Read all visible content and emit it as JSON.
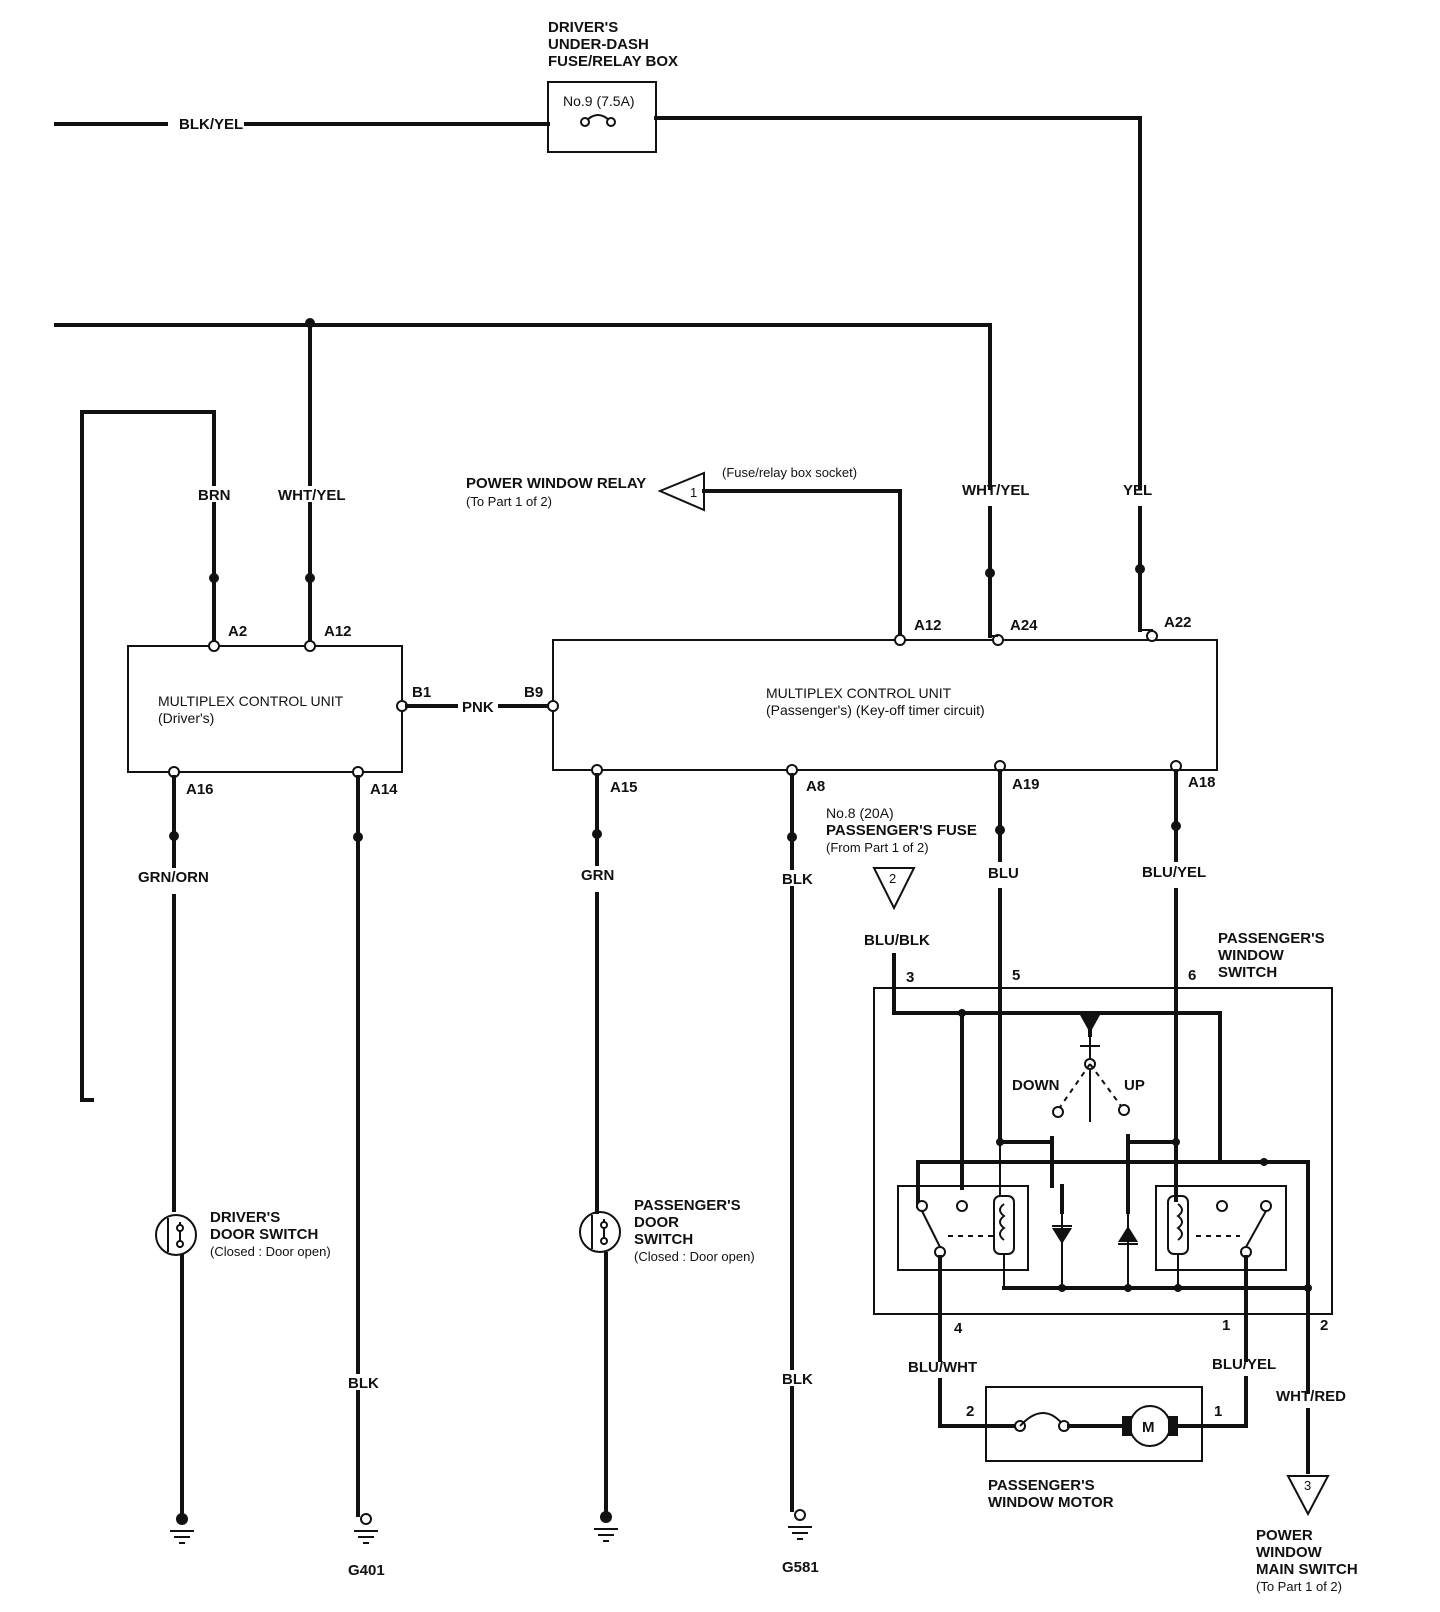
{
  "fuse_box": {
    "title_lines": [
      "DRIVER'S",
      "UNDER-DASH",
      "FUSE/RELAY BOX"
    ],
    "fuse_label": "No.9 (7.5A)"
  },
  "wires": {
    "blk_yel": "BLK/YEL",
    "brn": "BRN",
    "wht_yel_left": "WHT/YEL",
    "wht_yel_right": "WHT/YEL",
    "yel": "YEL",
    "pnk": "PNK",
    "grn_orn": "GRN/ORN",
    "grn": "GRN",
    "blk_a8": "BLK",
    "blu": "BLU",
    "blu_yel_top": "BLU/YEL",
    "blu_blk": "BLU/BLK",
    "blk_g401": "BLK",
    "blk_g581": "BLK",
    "blu_wht": "BLU/WHT",
    "blu_yel_bottom": "BLU/YEL",
    "wht_red": "WHT/RED"
  },
  "relay_ref": {
    "title": "POWER WINDOW RELAY",
    "subtitle": "(To Part 1 of 2)",
    "socket": "(Fuse/relay box socket)",
    "number": "1"
  },
  "driver_mcu": {
    "title": "MULTIPLEX CONTROL UNIT",
    "subtitle": "(Driver's)",
    "pins": {
      "a2": "A2",
      "a12": "A12",
      "b1": "B1",
      "a16": "A16",
      "a14": "A14"
    }
  },
  "passenger_mcu": {
    "title": "MULTIPLEX CONTROL UNIT",
    "subtitle": "(Passenger's) (Key-off timer circuit)",
    "pins": {
      "a12": "A12",
      "a24": "A24",
      "a22": "A22",
      "b9": "B9",
      "a15": "A15",
      "a8": "A8",
      "a19": "A19",
      "a18": "A18"
    }
  },
  "passenger_fuse": {
    "lines": [
      "No.8 (20A)",
      "PASSENGER'S FUSE",
      "(From Part 1 of 2)"
    ],
    "number": "2"
  },
  "window_switch": {
    "title_lines": [
      "PASSENGER'S",
      "WINDOW",
      "SWITCH"
    ],
    "down": "DOWN",
    "up": "UP",
    "pins": {
      "p3": "3",
      "p5": "5",
      "p6": "6",
      "p4": "4",
      "p1": "1",
      "p2": "2"
    }
  },
  "driver_door_switch": {
    "lines": [
      "DRIVER'S",
      "DOOR SWITCH",
      "(Closed : Door open)"
    ]
  },
  "passenger_door_switch": {
    "lines": [
      "PASSENGER'S",
      "DOOR",
      "SWITCH",
      "(Closed : Door open)"
    ]
  },
  "window_motor": {
    "title_lines": [
      "PASSENGER'S",
      "WINDOW MOTOR"
    ],
    "motor_symbol": "M",
    "pins": {
      "p2": "2",
      "p1": "1"
    }
  },
  "main_switch_ref": {
    "lines": [
      "POWER",
      "WINDOW",
      "MAIN SWITCH",
      "(To Part 1 of 2)"
    ],
    "number": "3"
  },
  "grounds": {
    "g401": "G401",
    "g581": "G581"
  }
}
